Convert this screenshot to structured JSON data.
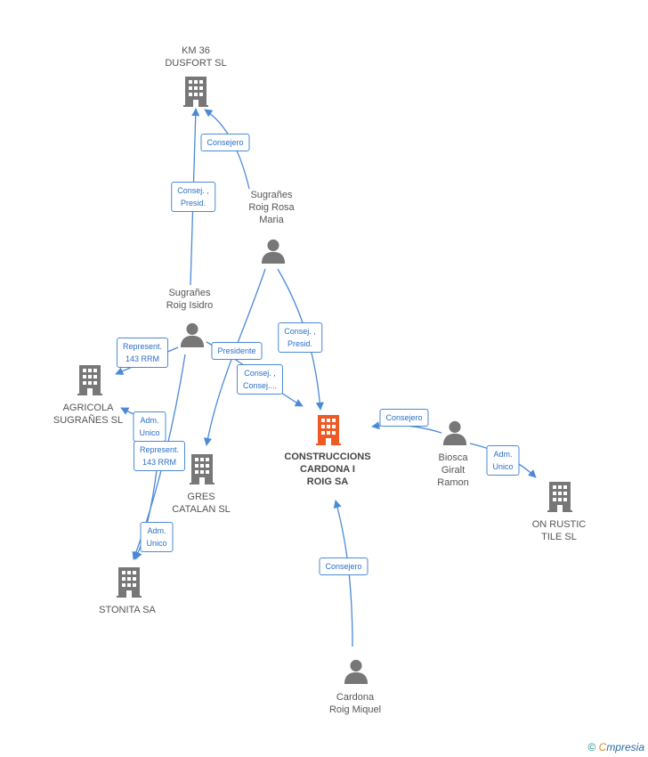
{
  "colors": {
    "edge": "#4a8ad6",
    "node": "#777777",
    "main_node": "#ee5a24"
  },
  "nodes": [
    {
      "id": "km36",
      "type": "company",
      "label": "KM 36\nDUSFORT  SL"
    },
    {
      "id": "rosa",
      "type": "person",
      "label": "Sugrañes\nRoig Rosa\nMaria"
    },
    {
      "id": "isidro",
      "type": "person",
      "label": "Sugrañes\nRoig Isidro"
    },
    {
      "id": "agricola",
      "type": "company",
      "label": "AGRICOLA\nSUGRAÑES SL"
    },
    {
      "id": "main",
      "type": "company",
      "main": true,
      "label": "CONSTRUCCIONS\nCARDONA I\nROIG SA"
    },
    {
      "id": "gres",
      "type": "company",
      "label": "GRES\nCATALAN SL"
    },
    {
      "id": "biosca",
      "type": "person",
      "label": "Biosca\nGiralt\nRamon"
    },
    {
      "id": "onrustic",
      "type": "company",
      "label": "ON RUSTIC\nTILE SL"
    },
    {
      "id": "stonita",
      "type": "company",
      "label": "STONITA SA"
    },
    {
      "id": "miquel",
      "type": "person",
      "label": "Cardona\nRoig Miquel"
    }
  ],
  "relations": [
    {
      "id": "r1",
      "label": "Consejero"
    },
    {
      "id": "r2",
      "label": "Consej. ,\nPresid."
    },
    {
      "id": "r3",
      "label": "Consej. ,\nPresid."
    },
    {
      "id": "r4",
      "label": "Represent.\n143 RRM"
    },
    {
      "id": "r5",
      "label": "Presidente"
    },
    {
      "id": "r6",
      "label": "Consej. ,\nConsej...."
    },
    {
      "id": "r7",
      "label": "Adm.\nUnico"
    },
    {
      "id": "r8",
      "label": "Represent.\n143 RRM"
    },
    {
      "id": "r9",
      "label": "Adm.\nUnico"
    },
    {
      "id": "r10",
      "label": "Consejero"
    },
    {
      "id": "r11",
      "label": "Adm.\nUnico"
    },
    {
      "id": "r12",
      "label": "Consejero"
    }
  ],
  "footer": {
    "copyright": "©",
    "brand_first": "C",
    "brand_rest": "mpresia"
  }
}
